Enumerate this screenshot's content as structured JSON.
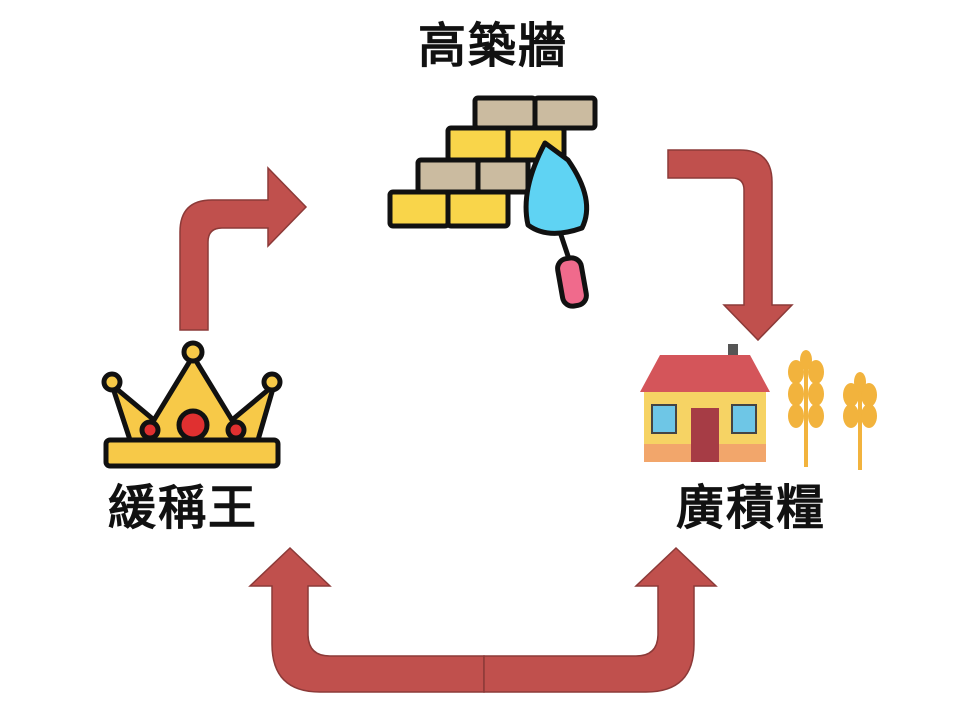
{
  "nodes": {
    "top": {
      "label": "高築牆",
      "icon": "bricks-trowel-icon"
    },
    "left": {
      "label": "緩稱王",
      "icon": "crown-icon"
    },
    "right": {
      "label": "廣積糧",
      "icon": "house-wheat-icon"
    }
  },
  "colors": {
    "arrow": "#c0504d",
    "arrow_border": "#8c3a38",
    "brick_yellow": "#f9d54a",
    "brick_tan": "#cbbba0",
    "crown_gold": "#f7c948",
    "jewel_red": "#e03030",
    "trowel_blue": "#5fd3f3",
    "roof_red": "#d4555a",
    "wall_yellow": "#f6d364",
    "door_red": "#a63c45",
    "wheat": "#f2b33d"
  }
}
